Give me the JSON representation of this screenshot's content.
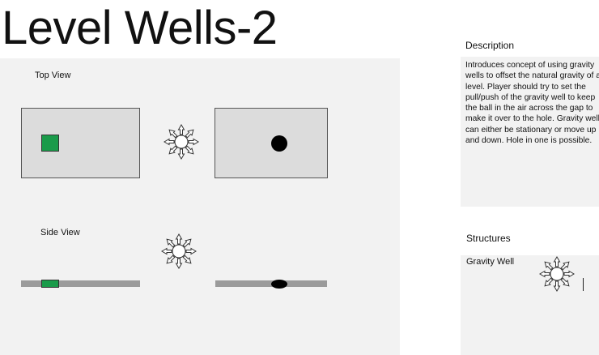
{
  "title": "Level Wells-2",
  "diagram": {
    "top_view_label": "Top View",
    "side_view_label": "Side View"
  },
  "description": {
    "heading": "Description",
    "text": "Introduces concept of using gravity wells to offset the natural gravity of a level. Player should try to set the pull/push of the gravity well to keep the ball in the air across the gap to make it over to the hole. Gravity well can either be stationary or move up and down. Hole in one is possible."
  },
  "structures": {
    "heading": "Structures",
    "items": [
      {
        "label": "Gravity Well",
        "icon": "gravity-well-icon"
      }
    ]
  },
  "colors": {
    "panel_bg": "#f2f2f2",
    "box_fill": "#dcdcdc",
    "start_block": "#1a9b4a",
    "ground": "#9b9b9b",
    "ball": "#000000"
  }
}
